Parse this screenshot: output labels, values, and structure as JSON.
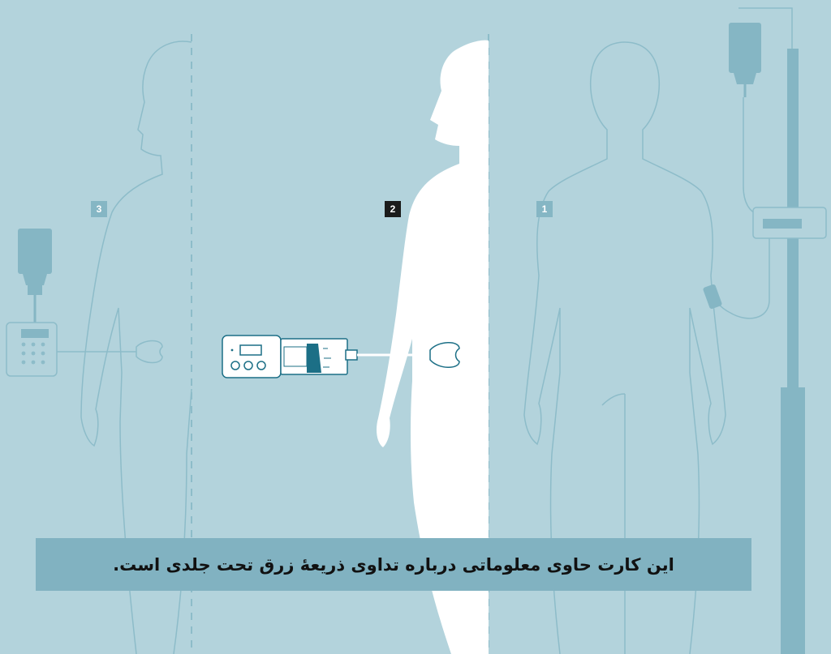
{
  "panels": [
    {
      "number": "1"
    },
    {
      "number": "2"
    },
    {
      "number": "3"
    }
  ],
  "caption": "این کارت حاوی معلوماتی درباره تداوی ذریعۀ زرق تحت جلدی است.",
  "colors": {
    "background": "#b3d3dc",
    "silhouette_line": "#8dbcc9",
    "highlight_figure": "#ffffff",
    "device_dark": "#1c6f86",
    "caption_bar": "#81b2c1",
    "active_badge": "#1b1b1b",
    "inactive_badge": "#85b6c4"
  }
}
